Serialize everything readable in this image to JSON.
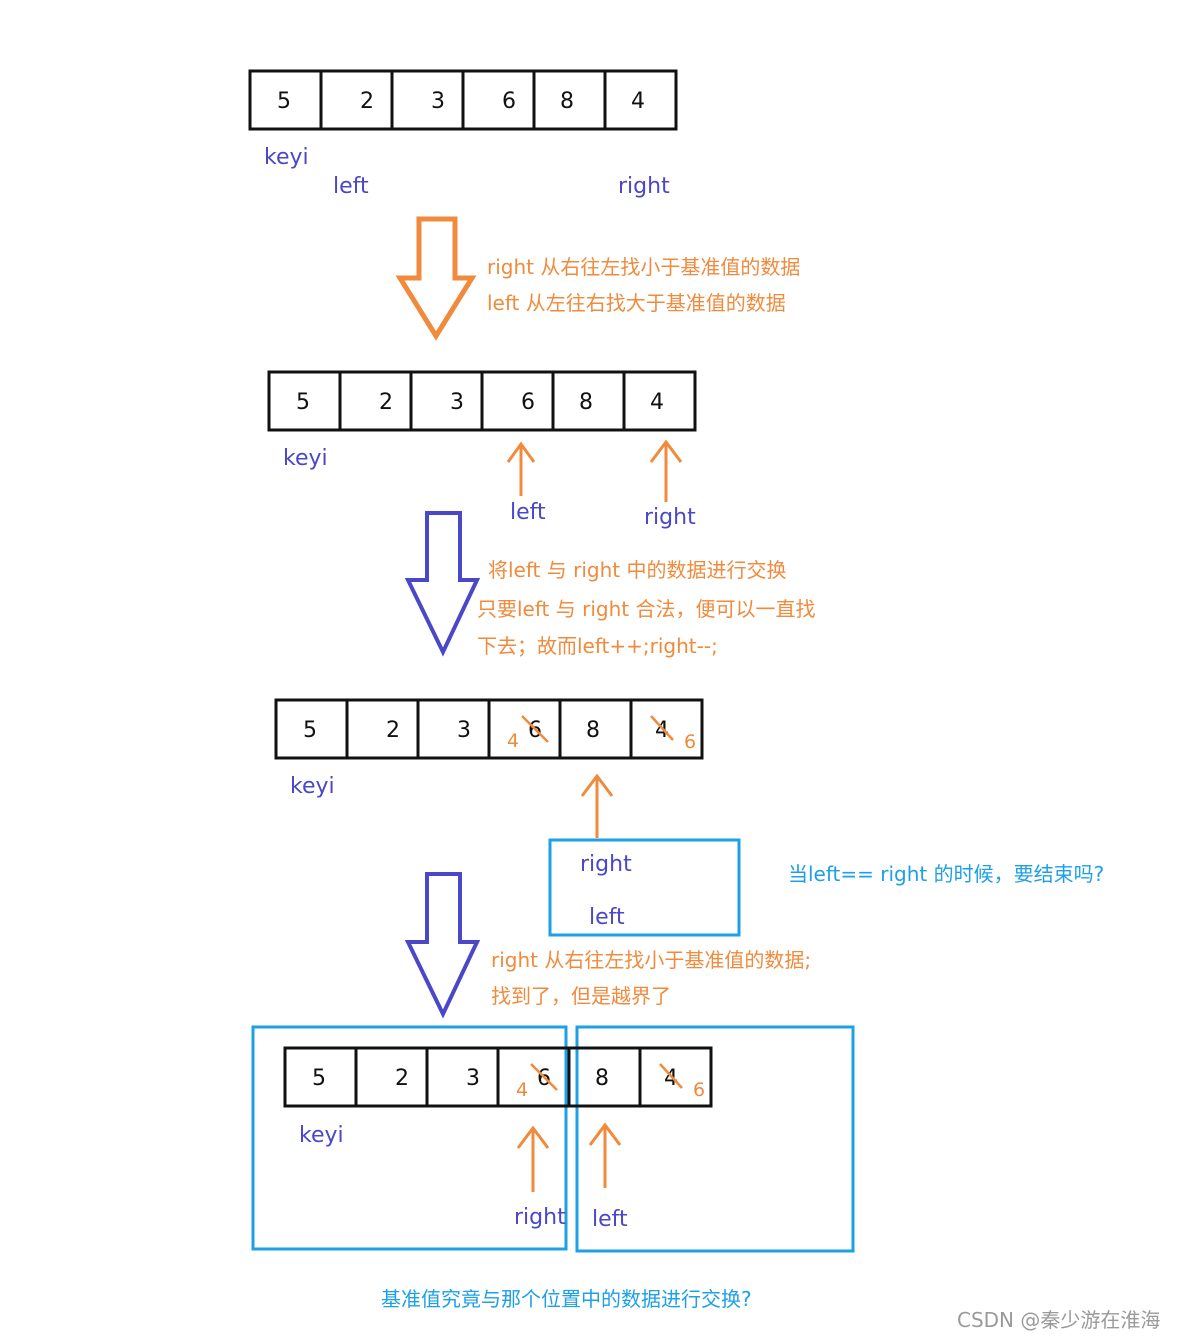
{
  "colors": {
    "orange": "#f08a3c",
    "blue_label": "#4a47c8",
    "blue_arrow": "#4a47c8",
    "cyan": "#1ea0e6",
    "cell_border": "#111111"
  },
  "row1": {
    "cells": [
      "5",
      "2",
      "3",
      "6",
      "8",
      "4"
    ],
    "keyi": "keyi",
    "left": "left",
    "right": "right"
  },
  "step1": {
    "line1": "right 从右往左找小于基准值的数据",
    "line2": "left 从左往右找大于基准值的数据"
  },
  "row2": {
    "cells": [
      "5",
      "2",
      "3",
      "6",
      "8",
      "4"
    ],
    "keyi": "keyi",
    "left": "left",
    "right": "right"
  },
  "step2": {
    "line1": "将left 与 right 中的数据进行交换",
    "line2": "只要left 与 right 合法，便可以一直找",
    "line3": "下去；故而left++;right--;"
  },
  "row3": {
    "cells": [
      "5",
      "2",
      "3",
      "6",
      "8",
      "4"
    ],
    "swap_new_left": "4",
    "swap_new_right": "6",
    "keyi": "keyi",
    "box_right": "right",
    "box_left": "left",
    "question": "当left== right 的时候，要结束吗?"
  },
  "step3": {
    "line1": "right 从右往左找小于基准值的数据;",
    "line2": "找到了，但是越界了"
  },
  "row4": {
    "cells": [
      "5",
      "2",
      "3",
      "6",
      "8",
      "4"
    ],
    "swap_new_left": "4",
    "swap_new_right": "6",
    "keyi": "keyi",
    "right": "right",
    "left": "left"
  },
  "bottom_question": "基准值究竟与那个位置中的数据进行交换?",
  "watermark": "CSDN @秦少游在淮海"
}
